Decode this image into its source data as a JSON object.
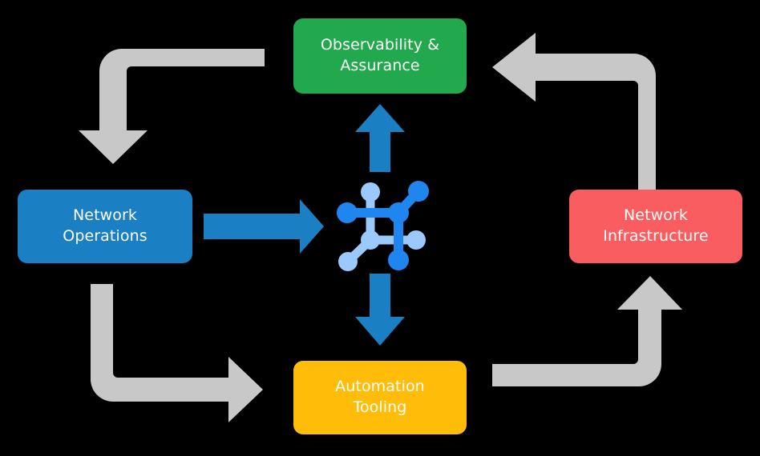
{
  "diagram": {
    "title_visible": false,
    "background_color": "#000000",
    "nodes": [
      {
        "id": "observability",
        "label": "Observability &\nAssurance",
        "color": "#22a94d",
        "text_color": "#ffffff",
        "position": "top-center"
      },
      {
        "id": "operations",
        "label": "Network\nOperations",
        "color": "#1b7fc4",
        "text_color": "#ffffff",
        "position": "middle-left"
      },
      {
        "id": "infrastructure",
        "label": "Network\nInfrastructure",
        "color": "#fa5d60",
        "text_color": "#ffffff",
        "position": "middle-right"
      },
      {
        "id": "automation",
        "label": "Automation\nTooling",
        "color": "#ffbd09",
        "text_color": "#ffffff",
        "position": "bottom-center"
      }
    ],
    "center_icon": {
      "name": "network-topology-icon",
      "primary_color": "#1f86f0",
      "secondary_color": "#9bc9fb"
    },
    "connectors": [
      {
        "id": "ops-to-center",
        "name": "arrow-operations-to-center",
        "color": "#1b7fc4",
        "direction": "right",
        "from": "operations",
        "to": "center_icon"
      },
      {
        "id": "center-to-observability",
        "name": "arrow-center-to-observability",
        "color": "#1b7fc4",
        "direction": "up",
        "from": "center_icon",
        "to": "observability"
      },
      {
        "id": "center-to-automation",
        "name": "arrow-center-to-automation",
        "color": "#1b7fc4",
        "direction": "down",
        "from": "center_icon",
        "to": "automation"
      },
      {
        "id": "observability-to-operations",
        "name": "arrow-observability-to-operations",
        "color": "#c8c8c8",
        "direction": "down",
        "from": "observability",
        "to": "operations"
      },
      {
        "id": "infrastructure-to-observability",
        "name": "arrow-infrastructure-to-observability",
        "color": "#c8c8c8",
        "direction": "left",
        "from": "infrastructure",
        "to": "observability"
      },
      {
        "id": "operations-to-automation",
        "name": "arrow-operations-to-automation",
        "color": "#c8c8c8",
        "direction": "right",
        "from": "operations",
        "to": "automation"
      },
      {
        "id": "automation-to-infrastructure",
        "name": "arrow-automation-to-infrastructure",
        "color": "#c8c8c8",
        "direction": "up",
        "from": "automation",
        "to": "infrastructure"
      }
    ]
  }
}
